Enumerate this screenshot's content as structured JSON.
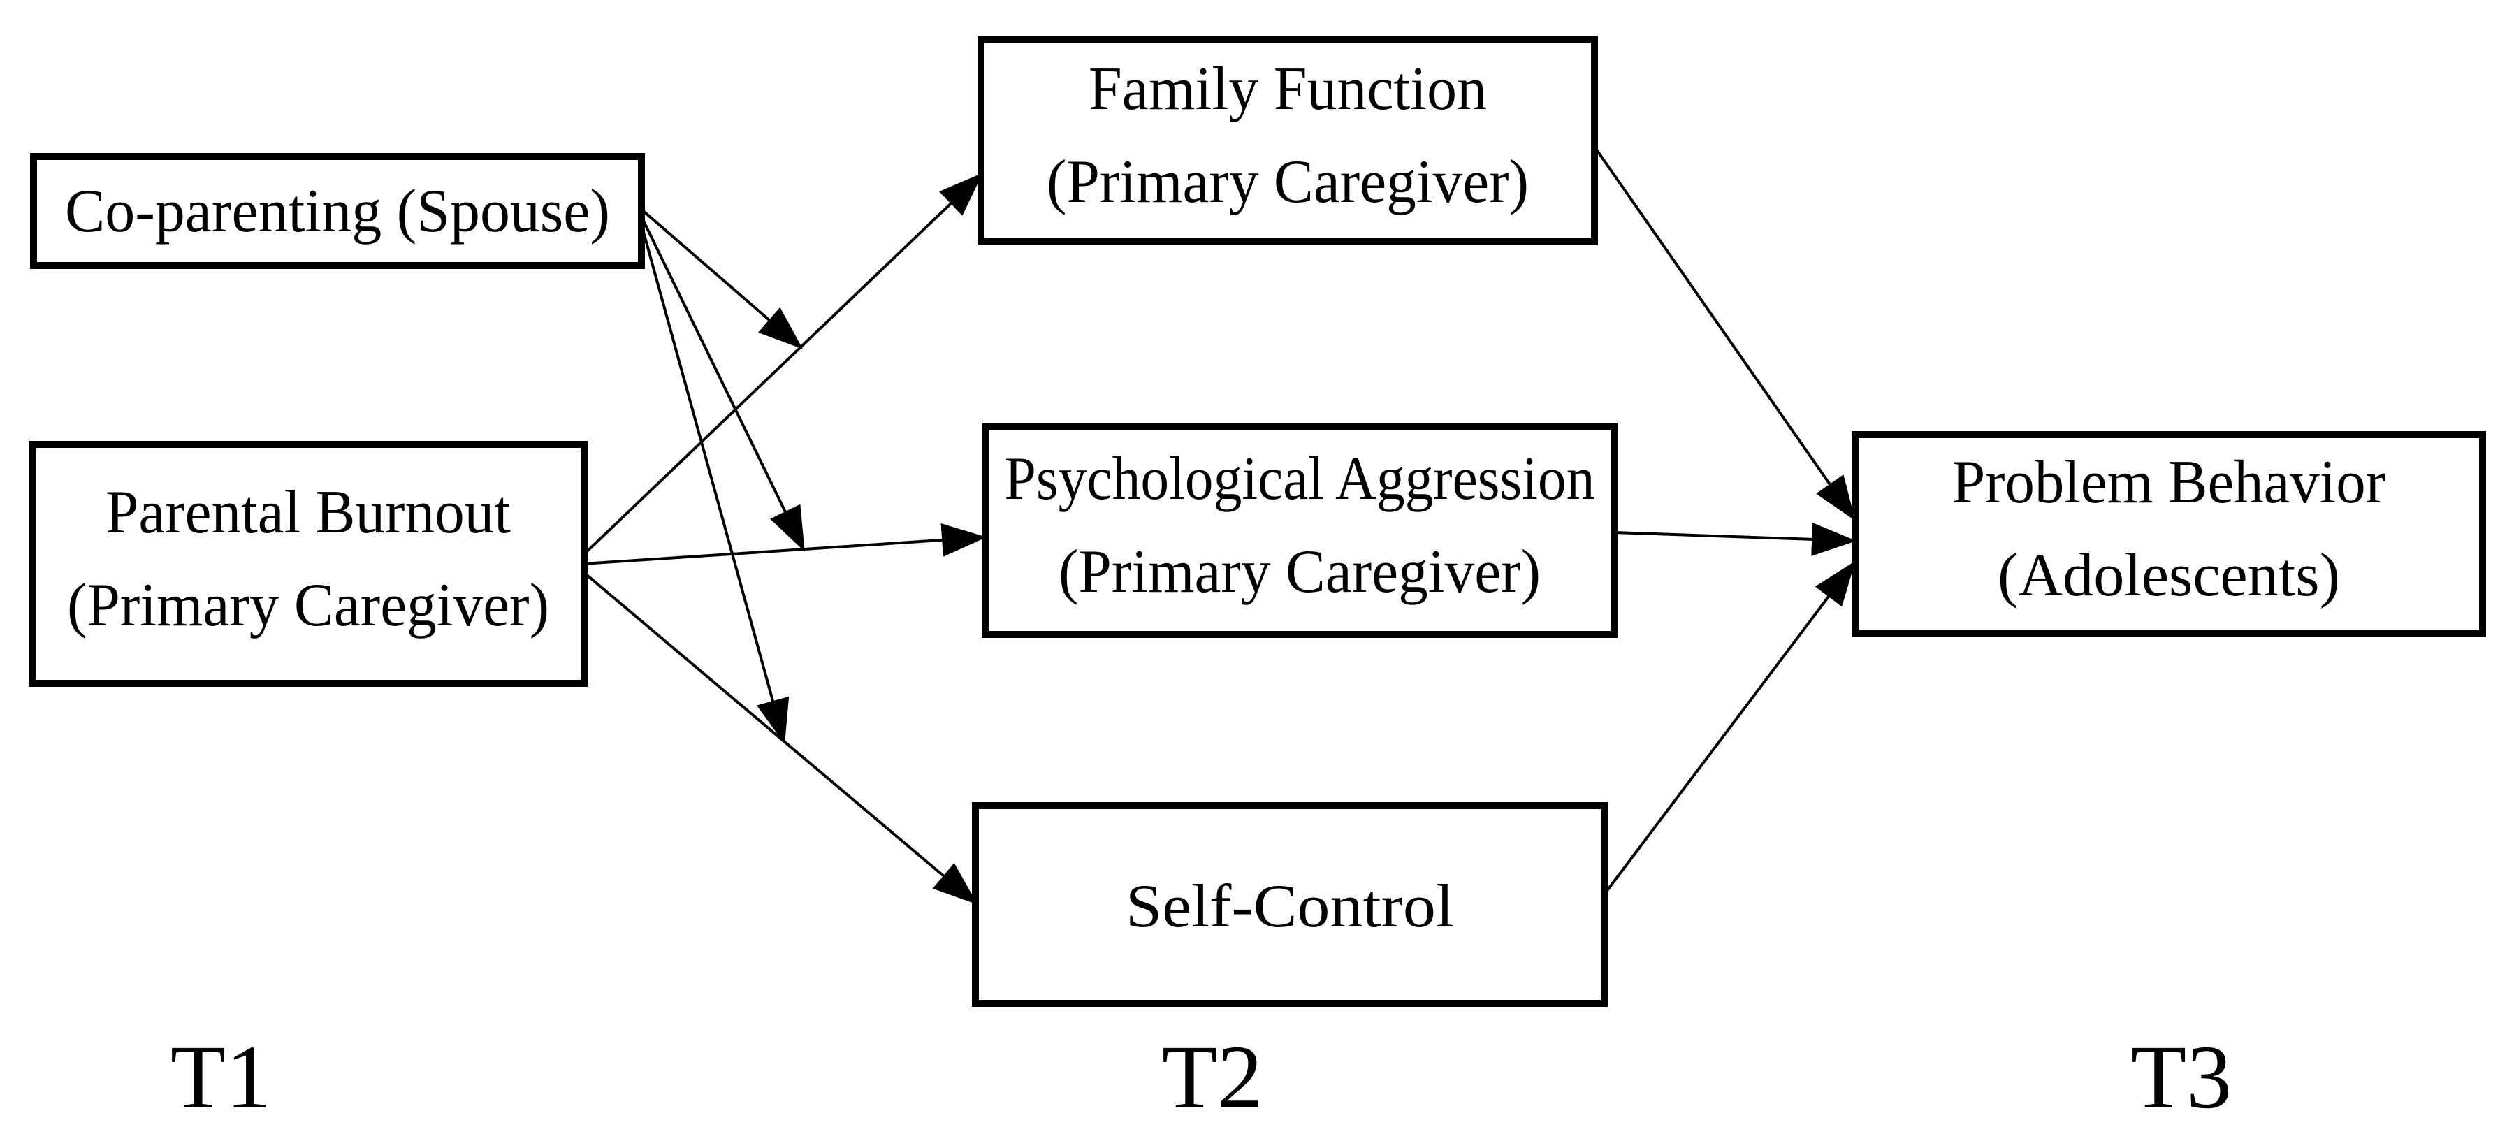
{
  "figure": {
    "kind": "moderated-mediation-path-model",
    "background_color": "#ffffff",
    "ink_color": "#000000"
  },
  "nodes": {
    "co_parenting": {
      "line1": "Co-parenting (Spouse)"
    },
    "parental_burnout": {
      "line1": "Parental Burnout",
      "line2": "(Primary Caregiver)"
    },
    "family_function": {
      "line1": "Family Function",
      "line2": "(Primary Caregiver)"
    },
    "psychological_aggression": {
      "line1": "Psychological Aggression",
      "line2": "(Primary Caregiver)"
    },
    "self_control": {
      "line1": "Self-Control"
    },
    "problem_behavior": {
      "line1": "Problem Behavior",
      "line2": "(Adolescents)"
    }
  },
  "timepoints": {
    "t1": "T1",
    "t2": "T2",
    "t3": "T3"
  },
  "edges": [
    {
      "from": "Parental Burnout (Primary Caregiver)",
      "to": "Family Function (Primary Caregiver)",
      "style": "direct-arrow"
    },
    {
      "from": "Parental Burnout (Primary Caregiver)",
      "to": "Psychological Aggression (Primary Caregiver)",
      "style": "direct-arrow"
    },
    {
      "from": "Parental Burnout (Primary Caregiver)",
      "to": "Self-Control",
      "style": "direct-arrow"
    },
    {
      "from": "Co-parenting (Spouse)",
      "to": "path: Parental Burnout - Family Function",
      "style": "moderation-arrow"
    },
    {
      "from": "Co-parenting (Spouse)",
      "to": "path: Parental Burnout - Psychological Aggression",
      "style": "moderation-arrow"
    },
    {
      "from": "Co-parenting (Spouse)",
      "to": "path: Parental Burnout - Self-Control",
      "style": "moderation-arrow"
    },
    {
      "from": "Family Function (Primary Caregiver)",
      "to": "Problem Behavior (Adolescents)",
      "style": "direct-arrow"
    },
    {
      "from": "Psychological Aggression (Primary Caregiver)",
      "to": "Problem Behavior (Adolescents)",
      "style": "direct-arrow"
    },
    {
      "from": "Self-Control",
      "to": "Problem Behavior (Adolescents)",
      "style": "direct-arrow"
    }
  ]
}
